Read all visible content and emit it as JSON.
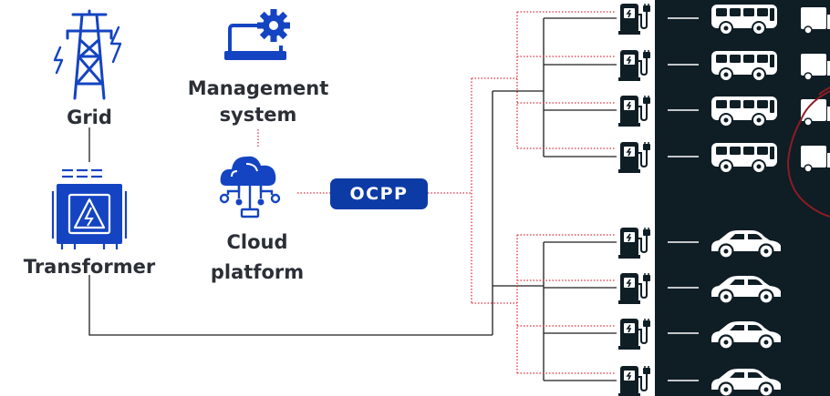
{
  "labels": {
    "grid": "Grid",
    "transformer": "Transformer",
    "management": "Management system",
    "cloud": "Cloud platform",
    "protocol": "OCPP"
  },
  "icons": {
    "grid": "power-tower-icon",
    "transformer": "transformer-icon",
    "management": "laptop-gear-icon",
    "cloud": "cloud-network-icon",
    "charger": "charging-station-icon",
    "bus": "bus-icon",
    "car": "car-icon",
    "truck": "truck-icon"
  },
  "colors": {
    "brand_blue": "#1444c2",
    "badge_blue": "#0c3ba6",
    "dark_panel": "#0f1d25",
    "power_line": "#1e1e1e",
    "data_line": "#e0313d",
    "accent_curve": "#8c1c24"
  },
  "bus_chargers": 4,
  "car_chargers": 4
}
